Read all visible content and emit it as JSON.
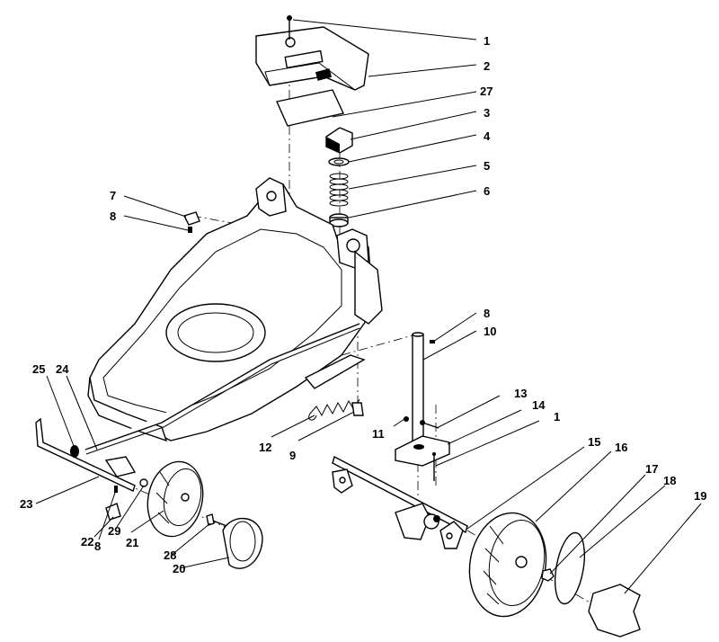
{
  "callouts": {
    "c1a": "1",
    "c2": "2",
    "c27": "27",
    "c3": "3",
    "c4": "4",
    "c5": "5",
    "c6": "6",
    "c7": "7",
    "c8a": "8",
    "c8b": "8",
    "c10": "10",
    "c13": "13",
    "c14": "14",
    "c1b": "1",
    "c15": "15",
    "c16": "16",
    "c17": "17",
    "c18": "18",
    "c19": "19",
    "c25": "25",
    "c24": "24",
    "c12": "12",
    "c9": "9",
    "c11": "11",
    "c23": "23",
    "c22": "22",
    "c8c": "8",
    "c29": "29",
    "c21": "21",
    "c28": "28",
    "c20": "20"
  }
}
